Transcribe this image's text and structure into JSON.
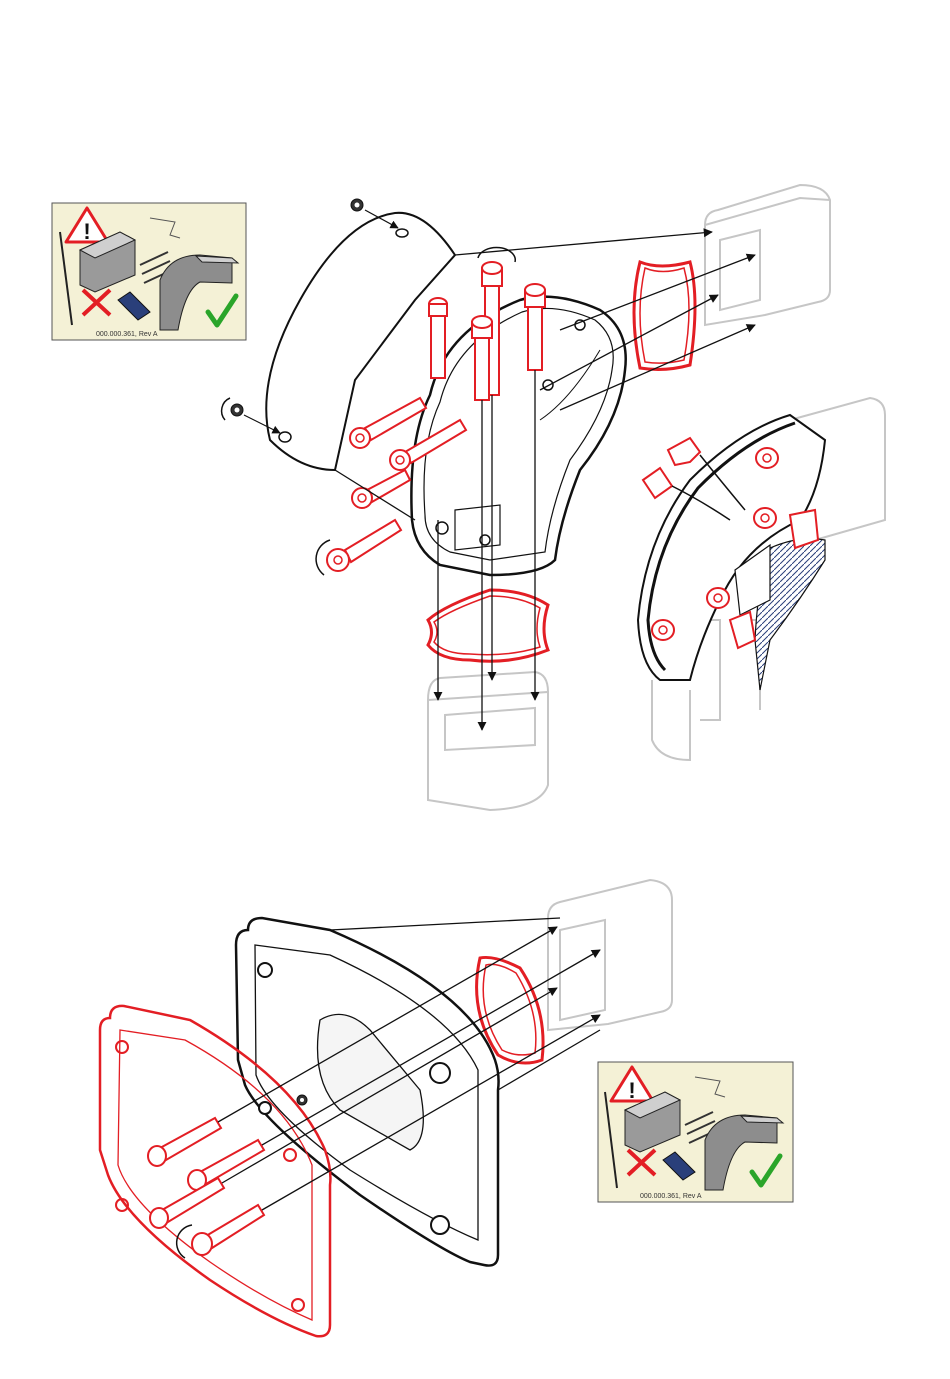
{
  "colors": {
    "accent_red": "#e31e24",
    "line_black": "#111111",
    "ghost_gray": "#c6c6c6",
    "inset_bg": "#f4f1d6",
    "check_green": "#2aa52a",
    "blue_part": "#2a3f7a"
  },
  "insets": [
    {
      "part_number": "000.000.361, Rev A",
      "icons": [
        "warning-triangle-icon",
        "red-cross-icon",
        "green-check-icon"
      ]
    },
    {
      "part_number": "000.000.361, Rev A",
      "icons": [
        "warning-triangle-icon",
        "red-cross-icon",
        "green-check-icon"
      ]
    }
  ],
  "assemblies": [
    {
      "id": "elbow-joint-assembly"
    },
    {
      "id": "elbow-joint-cutaway"
    },
    {
      "id": "flange-plate-assembly"
    }
  ]
}
